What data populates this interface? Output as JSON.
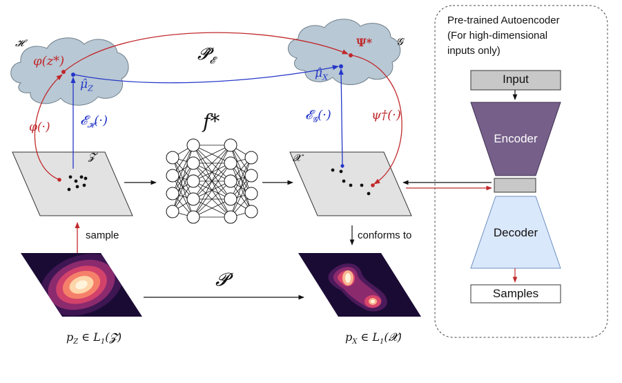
{
  "spaces": {
    "H": "𝓗",
    "G": "𝓖",
    "Z": "𝓩",
    "X": "𝓧"
  },
  "math": {
    "phi_z_star": "φ(z*)",
    "mu_z": "μ̂",
    "mu_z_sub": "Z",
    "P_E": "𝓟̂",
    "P_E_sub": "𝓔",
    "psi_star": "Ψ*",
    "mu_x": "μ̂",
    "mu_x_sub": "X",
    "phi_dot": "φ(·)",
    "E_H": "𝓔",
    "E_H_sub": "𝓗",
    "E_H_tail": "(·)",
    "E_G": "𝓔",
    "E_G_sub": "𝓖",
    "E_G_tail": "(·)",
    "psi_dagger": "ψ†(·)",
    "f_star": "f*",
    "P": "𝓟",
    "pZ": "p",
    "pZ_sub": "Z",
    "pZ_tail": " ∈ L",
    "pZ_sub2": "1",
    "pZ_end": "(𝓩)",
    "pX": "p",
    "pX_sub": "X",
    "pX_tail": " ∈ L",
    "pX_sub2": "1",
    "pX_end": "(𝓧)"
  },
  "labels": {
    "sample": "sample",
    "conforms_to": "conforms to"
  },
  "autoencoder": {
    "title_line1": "Pre-trained Autoencoder",
    "title_line2": "(For high-dimensional",
    "title_line3": "inputs only)",
    "input": "Input",
    "encoder": "Encoder",
    "decoder": "Decoder",
    "samples": "Samples"
  },
  "colors": {
    "red": "#c0282b",
    "blue": "#2436c8",
    "cloud": "#b8c8d4",
    "plane": "#e2e2e2",
    "encoder": "#76608a",
    "decoder": "#dae8fc"
  }
}
